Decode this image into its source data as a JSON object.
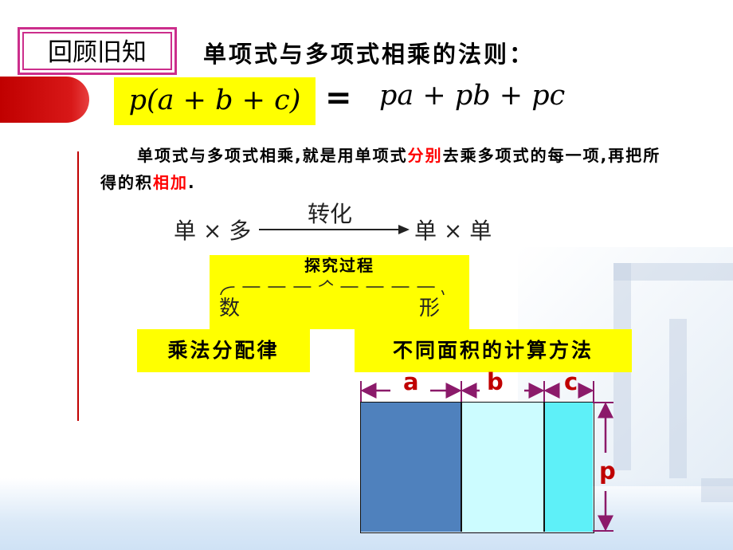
{
  "header": {
    "review_label": "回顾旧知",
    "rule_title": "单项式与多项式相乘的法则："
  },
  "formula": {
    "left": "p(a + b + c)",
    "equals": "=",
    "right": "pa + pb + pc"
  },
  "rule_text": {
    "part1": "单项式与多项式相乘,就是用单项式",
    "highlight1": "分别",
    "part2": "去乘多项式的每一项,再把所得的积",
    "highlight2": "相加",
    "part3": "."
  },
  "conversion": {
    "left": "单 × 多",
    "arrow_label": "转化",
    "right": "单 × 单"
  },
  "explore": {
    "title": "探究过程",
    "left": "数",
    "right": "形"
  },
  "buttons": {
    "distributive_law": "乘法分配律",
    "area_methods": "不同面积的计算方法"
  },
  "diagram": {
    "labels": [
      "a",
      "b",
      "c"
    ],
    "height_label": "p",
    "fractions": [
      0.43,
      0.36,
      0.21
    ],
    "colors": {
      "a": "#4f81bd",
      "b": "#ccfcff",
      "c": "#5ef0f8",
      "dimension": "#c00000",
      "arrow": "#8b1a6a"
    }
  },
  "theme": {
    "accent_red": "#c00000",
    "highlight_yellow": "#ffff00",
    "review_border": "#cc2e8c"
  }
}
